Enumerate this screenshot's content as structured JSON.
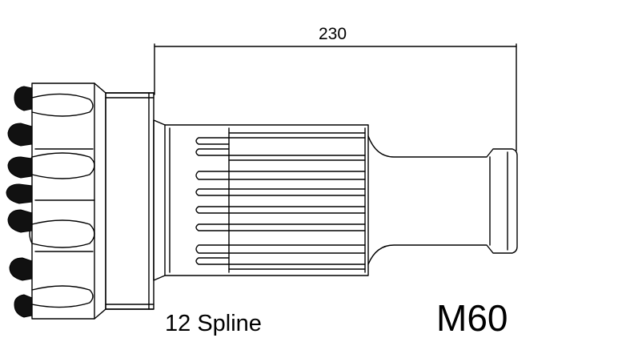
{
  "dimension": {
    "value": "230"
  },
  "labels": {
    "spline": "12 Spline",
    "model": "M60"
  },
  "colors": {
    "stroke": "#000000",
    "background": "#ffffff",
    "button_fill": "#111111"
  }
}
